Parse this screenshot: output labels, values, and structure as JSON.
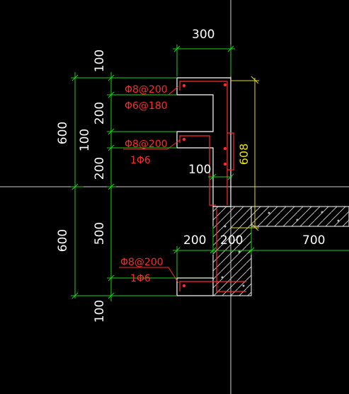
{
  "colors": {
    "background": "#000000",
    "outline": "#ffffff",
    "dimension": "#19d219",
    "rebar": "#ff2a2a",
    "highlight": "#e8e000",
    "crosshair": "#cfcfcf",
    "hatch": "#bdbdbd"
  },
  "dimensions": {
    "top_width": "300",
    "left_outer_top": "600",
    "left_outer_bottom": "600",
    "inner_1": "100",
    "inner_2": "200",
    "inner_3": "100",
    "inner_4": "200",
    "inner_5": "500",
    "inner_6": "100",
    "mid_step": "100",
    "lower_width": "200",
    "wall_width": "200",
    "slab_width": "700",
    "height_highlight": "608"
  },
  "rebar_labels": {
    "top_main": "Φ8@200",
    "top_dist": "Φ6@180",
    "mid_main": "Φ8@200",
    "mid_dist": "1Φ6",
    "low_main": "Φ8@200",
    "low_dist": "1Φ6"
  }
}
